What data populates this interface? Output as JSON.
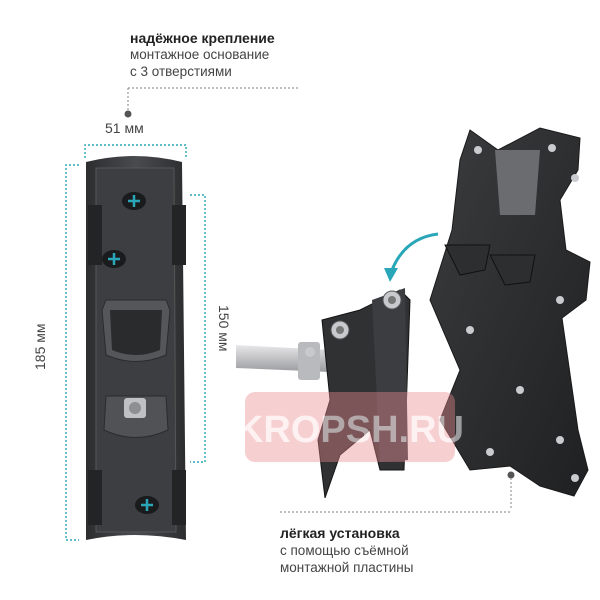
{
  "callout_top": {
    "title": "надёжное крепление",
    "line1": "монтажное основание",
    "line2": "с 3 отверстиями"
  },
  "callout_bottom": {
    "title": "лёгкая установка",
    "line1": "с помощью съёмной",
    "line2": "монтажной пластины"
  },
  "dimensions": {
    "width": "51 мм",
    "height": "185 мм",
    "hole_spacing": "150 мм"
  },
  "watermark": "KROPSH.RU",
  "colors": {
    "accent": "#2aa6b9",
    "metal": "#3a3b3d",
    "watermark": "#e0515a"
  }
}
